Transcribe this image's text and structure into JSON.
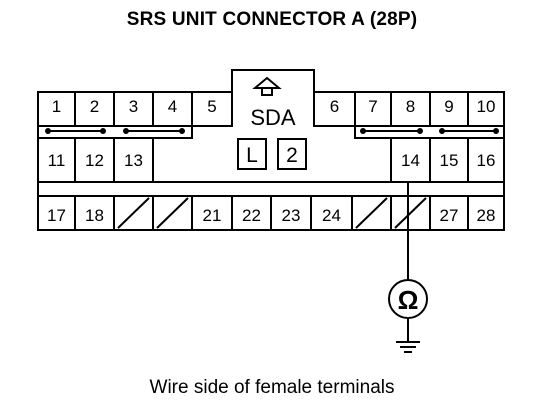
{
  "title": "SRS UNIT CONNECTOR A (28P)",
  "caption": "Wire side of female terminals",
  "connector": {
    "lock_label": "SDA",
    "key_labels": [
      "L",
      "2"
    ],
    "row1": [
      {
        "pin": "1"
      },
      {
        "pin": "2"
      },
      {
        "pin": "3"
      },
      {
        "pin": "4"
      },
      {
        "pin": "5"
      },
      {
        "pin": "6"
      },
      {
        "pin": "7"
      },
      {
        "pin": "8"
      },
      {
        "pin": "9"
      },
      {
        "pin": "10"
      }
    ],
    "row2": [
      {
        "pin": "11"
      },
      {
        "pin": "12"
      },
      {
        "pin": "13"
      },
      {
        "pin": "14"
      },
      {
        "pin": "15"
      },
      {
        "pin": "16"
      }
    ],
    "row3": [
      {
        "pin": "17"
      },
      {
        "pin": "18"
      },
      {
        "pin": "",
        "unused": true
      },
      {
        "pin": "",
        "unused": true
      },
      {
        "pin": "21"
      },
      {
        "pin": "22"
      },
      {
        "pin": "23"
      },
      {
        "pin": "24"
      },
      {
        "pin": "",
        "unused": true
      },
      {
        "pin": "",
        "unused": true
      },
      {
        "pin": "27"
      },
      {
        "pin": "28"
      }
    ]
  },
  "meter": {
    "symbol": "Ω",
    "probe_pin": "14",
    "second_probe": "ground"
  }
}
